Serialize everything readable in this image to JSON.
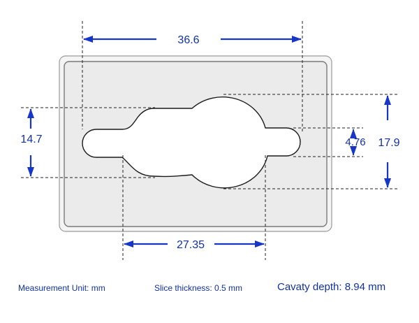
{
  "dimensions": {
    "top_width": "36.6",
    "bottom_width": "27.35",
    "left_height": "14.7",
    "inner_height": "4.76",
    "right_height": "17.9"
  },
  "footer": {
    "measurement_unit": "Measurement Unit: mm",
    "slice_thickness": "Slice thickness: 0.5  mm",
    "cavity_depth": "Cavaty depth: 8.94 mm"
  },
  "colors": {
    "dimension_text": "#1030a8",
    "arrow": "#1536c9",
    "plate_fill": "#ececec",
    "plate_border": "#8a8a8a",
    "cavity_fill": "#ffffff",
    "cavity_stroke": "#1a1a1a"
  }
}
